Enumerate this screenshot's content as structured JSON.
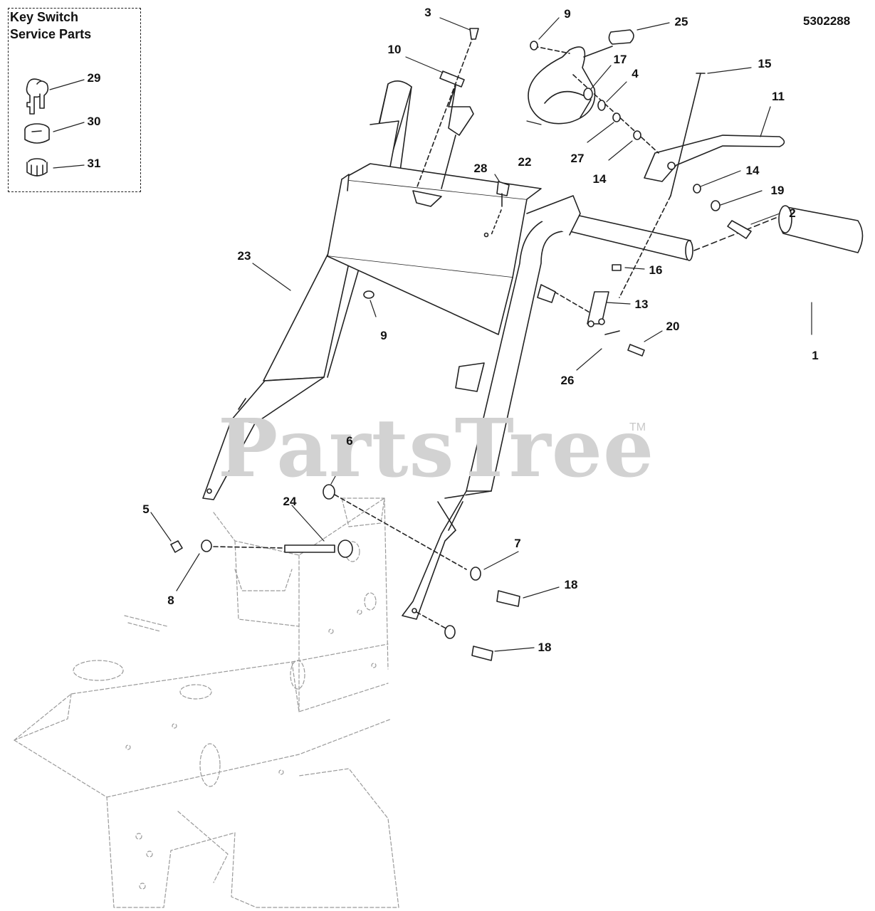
{
  "inset": {
    "title_line1": "Key Switch",
    "title_line2": "Service Parts"
  },
  "document_id": "5302288",
  "watermark": {
    "text": "PartsTree",
    "tm": "TM"
  },
  "callouts": [
    {
      "id": "c1",
      "label": "1"
    },
    {
      "id": "c2",
      "label": "2"
    },
    {
      "id": "c3",
      "label": "3"
    },
    {
      "id": "c4",
      "label": "4"
    },
    {
      "id": "c5",
      "label": "5"
    },
    {
      "id": "c6",
      "label": "6"
    },
    {
      "id": "c7",
      "label": "7"
    },
    {
      "id": "c8",
      "label": "8"
    },
    {
      "id": "c9a",
      "label": "9"
    },
    {
      "id": "c9b",
      "label": "9"
    },
    {
      "id": "c10",
      "label": "10"
    },
    {
      "id": "c11",
      "label": "11"
    },
    {
      "id": "c13",
      "label": "13"
    },
    {
      "id": "c14a",
      "label": "14"
    },
    {
      "id": "c14b",
      "label": "14"
    },
    {
      "id": "c15",
      "label": "15"
    },
    {
      "id": "c16",
      "label": "16"
    },
    {
      "id": "c17",
      "label": "17"
    },
    {
      "id": "c18a",
      "label": "18"
    },
    {
      "id": "c18b",
      "label": "18"
    },
    {
      "id": "c19",
      "label": "19"
    },
    {
      "id": "c20",
      "label": "20"
    },
    {
      "id": "c22",
      "label": "22"
    },
    {
      "id": "c23",
      "label": "23"
    },
    {
      "id": "c24",
      "label": "24"
    },
    {
      "id": "c25",
      "label": "25"
    },
    {
      "id": "c26",
      "label": "26"
    },
    {
      "id": "c27",
      "label": "27"
    },
    {
      "id": "c28",
      "label": "28"
    },
    {
      "id": "c29",
      "label": "29"
    },
    {
      "id": "c30",
      "label": "30"
    },
    {
      "id": "c31",
      "label": "31"
    }
  ]
}
